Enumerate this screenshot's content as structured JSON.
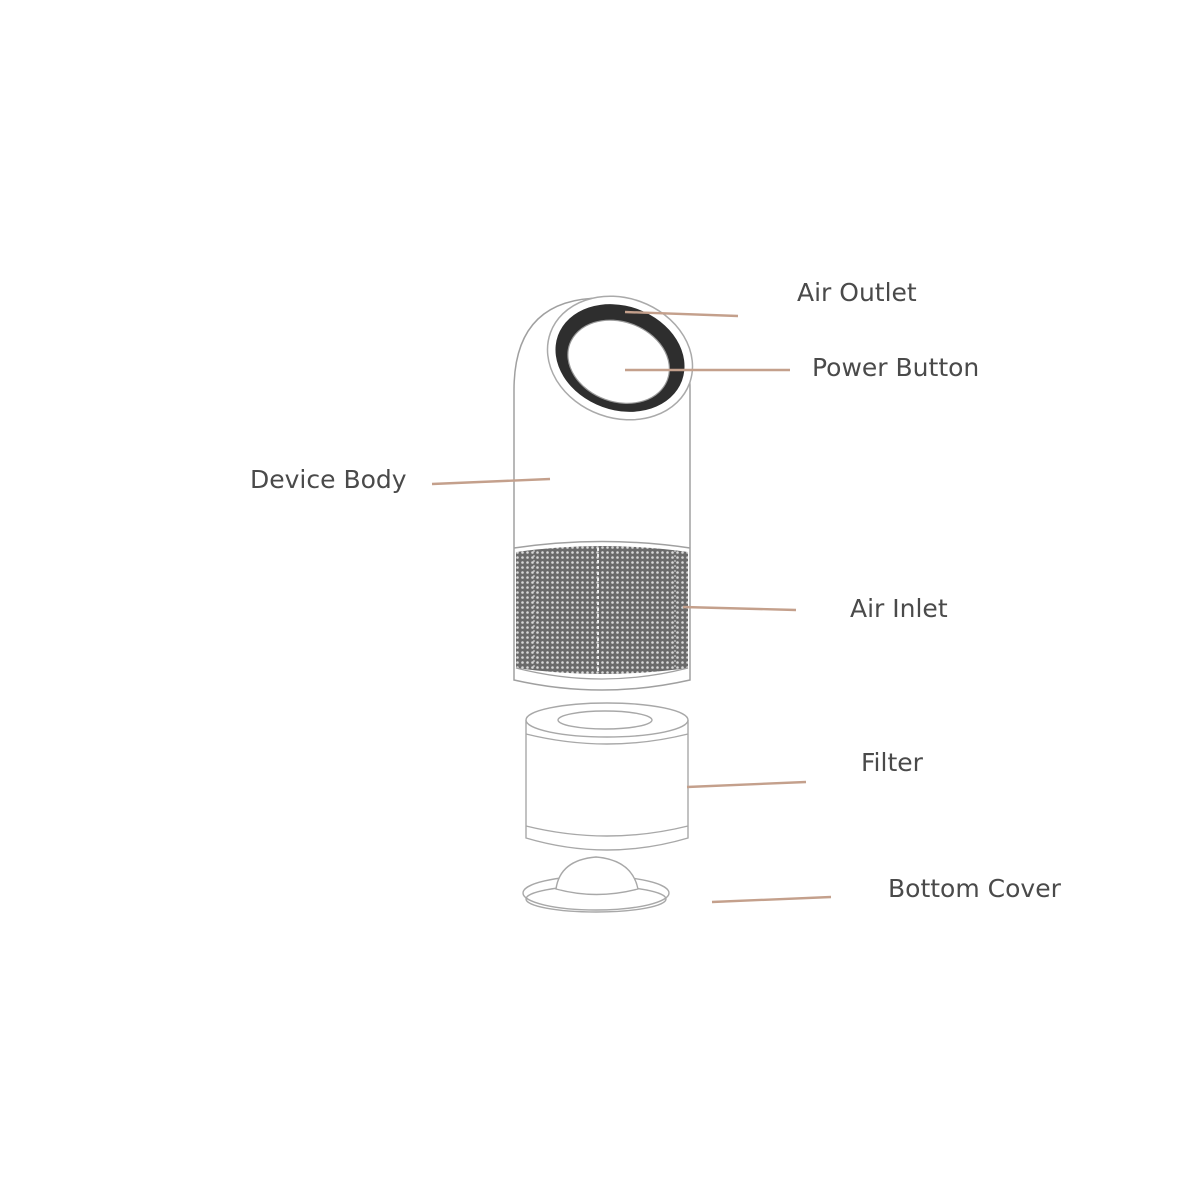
{
  "labels": {
    "air_outlet": "Air Outlet",
    "power_button": "Power Button",
    "device_body": "Device Body",
    "air_inlet": "Air Inlet",
    "filter": "Filter",
    "bottom_cover": "Bottom Cover"
  },
  "colors": {
    "leader_line": "#c4a08c",
    "outline": "#9a9a9a",
    "grille": "#555555",
    "text": "#4a4a4a"
  }
}
